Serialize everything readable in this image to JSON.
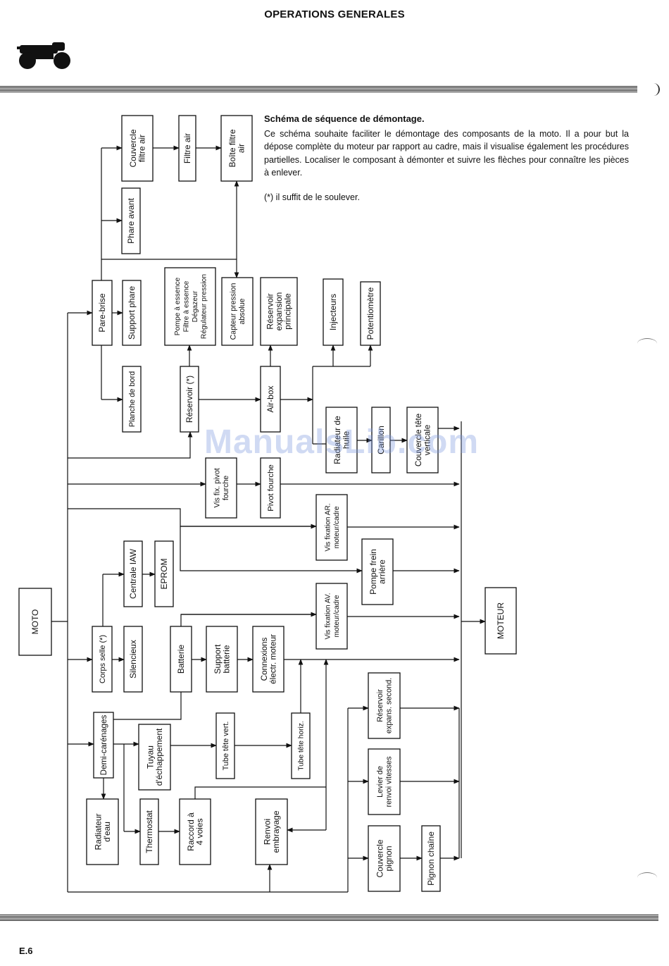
{
  "header": {
    "title": "OPERATIONS GENERALES"
  },
  "page_number": "E.6",
  "icons": {
    "header_logo": "motorcycle-icon"
  },
  "intro": {
    "title": "Schéma de séquence de démontage.",
    "body": "Ce schéma souhaite faciliter le démontage des composants de la moto. Il a pour but la dépose complète du moteur par rapport au cadre, mais il visualise également les procédures partielles. Localiser le composant à démonter et suivre les flèches pour connaître les pièces à enlever.",
    "note": "(*) il suffit de le soulever."
  },
  "watermark": "ManualsLib.com",
  "diagram": {
    "nodes": [
      {
        "id": "moto",
        "lines": [
          "MOTO"
        ]
      },
      {
        "id": "moteur",
        "lines": [
          "MOTEUR"
        ]
      },
      {
        "id": "couvercle_filtre",
        "lines": [
          "Couvercle",
          "filtre air"
        ]
      },
      {
        "id": "filtre_air",
        "lines": [
          "Filtre air"
        ]
      },
      {
        "id": "boite_filtre",
        "lines": [
          "Boîte filtre",
          "air"
        ]
      },
      {
        "id": "phare_avant",
        "lines": [
          "Phare avant"
        ]
      },
      {
        "id": "pare_brise",
        "lines": [
          "Pare-brise"
        ]
      },
      {
        "id": "support_phare",
        "lines": [
          "Support phare"
        ]
      },
      {
        "id": "planche_bord",
        "lines": [
          "Planche de bord"
        ]
      },
      {
        "id": "pompe_essence",
        "lines": [
          "Pompe à essence",
          "Filtre à essence",
          "Dégazeur",
          "Régulateur pression"
        ]
      },
      {
        "id": "capteur_pression",
        "lines": [
          "Capteur pression",
          "absolue"
        ]
      },
      {
        "id": "reservoir_expansion",
        "lines": [
          "Réservoir",
          "expansion",
          "principale"
        ]
      },
      {
        "id": "injecteurs",
        "lines": [
          "Injecteurs"
        ]
      },
      {
        "id": "potentiometre",
        "lines": [
          "Potentiomètre"
        ]
      },
      {
        "id": "reservoir",
        "lines": [
          "Réservoir (*)"
        ]
      },
      {
        "id": "airbox",
        "lines": [
          "Air-box"
        ]
      },
      {
        "id": "radiateur_huile",
        "lines": [
          "Radiateur de",
          "huile"
        ]
      },
      {
        "id": "carillon",
        "lines": [
          "Carillon"
        ]
      },
      {
        "id": "couvercle_tete",
        "lines": [
          "Couvercle tête",
          "verticale"
        ]
      },
      {
        "id": "vis_pivot",
        "lines": [
          "Vis fix. pivot",
          "fourche"
        ]
      },
      {
        "id": "pivot_fourche",
        "lines": [
          "Pivot fourche"
        ]
      },
      {
        "id": "vis_ar",
        "lines": [
          "Vis fixation AR.",
          "moteur/cadre"
        ]
      },
      {
        "id": "pompe_frein",
        "lines": [
          "Pompe frein",
          "arrière"
        ]
      },
      {
        "id": "centrale_iaw",
        "lines": [
          "Centrale IAW"
        ]
      },
      {
        "id": "eprom",
        "lines": [
          "EPROM"
        ]
      },
      {
        "id": "vis_av",
        "lines": [
          "Vis fixation AV.",
          "moteur/cadre"
        ]
      },
      {
        "id": "corps_selle",
        "lines": [
          "Corps selle (*)"
        ]
      },
      {
        "id": "silencieux",
        "lines": [
          "Silencieux"
        ]
      },
      {
        "id": "batterie",
        "lines": [
          "Batterie"
        ]
      },
      {
        "id": "support_batterie",
        "lines": [
          "Support",
          "batterie"
        ]
      },
      {
        "id": "connexions",
        "lines": [
          "Connexions",
          "électr. moteur"
        ]
      },
      {
        "id": "reservoir_second",
        "lines": [
          "Réservoir",
          "expans. second."
        ]
      },
      {
        "id": "demi_carenages",
        "lines": [
          "Demi-carénages"
        ]
      },
      {
        "id": "tuyau",
        "lines": [
          "Tuyau",
          "d'échappement"
        ]
      },
      {
        "id": "tube_vert",
        "lines": [
          "Tube tête vert."
        ]
      },
      {
        "id": "tube_horiz",
        "lines": [
          "Tube tête horiz."
        ]
      },
      {
        "id": "levier_renvoi",
        "lines": [
          "Levier de",
          "renvoi vitesses"
        ]
      },
      {
        "id": "radiateur_eau",
        "lines": [
          "Radiateur",
          "d'eau"
        ]
      },
      {
        "id": "thermostat",
        "lines": [
          "Thermostat"
        ]
      },
      {
        "id": "raccord",
        "lines": [
          "Raccord à",
          "4 voies"
        ]
      },
      {
        "id": "renvoi_embrayage",
        "lines": [
          "Renvoi",
          "embrayage"
        ]
      },
      {
        "id": "couvercle_pignon",
        "lines": [
          "Couvercle",
          "pignon"
        ]
      },
      {
        "id": "pignon_chaine",
        "lines": [
          "Pignon chaîne"
        ]
      }
    ]
  }
}
